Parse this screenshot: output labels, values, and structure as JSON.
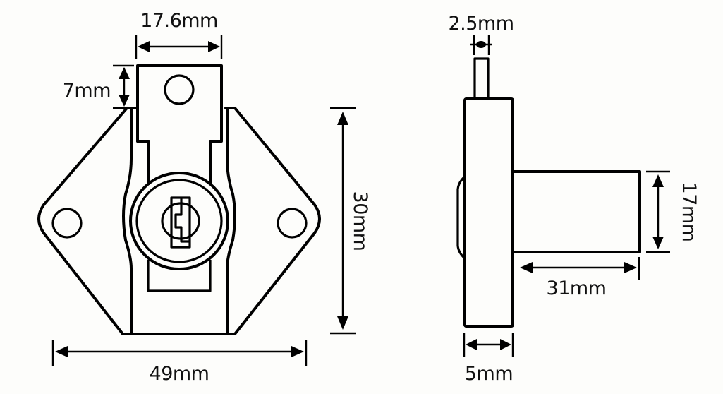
{
  "diagram": {
    "subject": "Cabinet drawer lock technical drawing",
    "line_color": "#000000",
    "background_color": "#fdfdfb",
    "views": [
      {
        "name": "front-view",
        "dimensions": {
          "tongue_width": "17.6mm",
          "tongue_height": "7mm",
          "body_height": "30mm",
          "flange_width": "49mm"
        }
      },
      {
        "name": "side-view",
        "dimensions": {
          "bolt_thickness": "2.5mm",
          "cylinder_diameter": "17mm",
          "cylinder_length": "31mm",
          "flange_thickness": "5mm"
        }
      }
    ]
  }
}
